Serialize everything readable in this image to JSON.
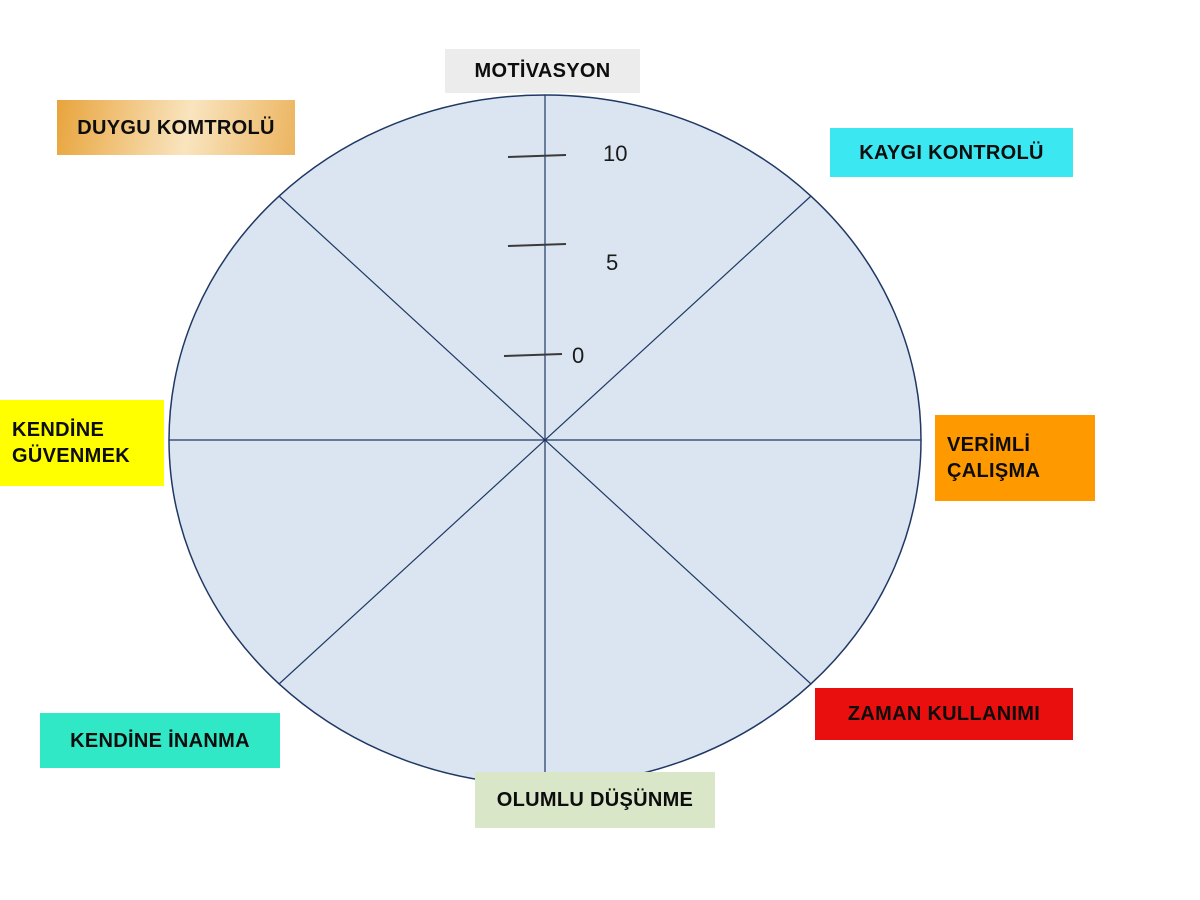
{
  "page": {
    "background": "#ffffff",
    "description_colors": {
      "wheel_fill": "#dbe5f1",
      "wheel_stroke": "#1f3864"
    }
  },
  "wheel": {
    "sectors": 8,
    "scale": {
      "min": 0,
      "max": 10
    },
    "ticks": [
      {
        "label": "10"
      },
      {
        "label": "5"
      },
      {
        "label": "0"
      }
    ]
  },
  "labels": {
    "motivasyon": {
      "text": "MOTİVASYON",
      "bg": "#ececec"
    },
    "duygu": {
      "text": "DUYGU KOMTROLÜ",
      "bg": "#e8a43c",
      "bg_light": "#fbeec2"
    },
    "kaygi": {
      "text": "KAYGI KONTROLÜ",
      "bg": "#3be8f2"
    },
    "kendine_guvenmek": {
      "line1": "KENDİNE",
      "line2": "GÜVENMEK",
      "bg": "#ffff00"
    },
    "verimli": {
      "line1": "VERİMLİ",
      "line2": "ÇALIŞMA",
      "bg": "#ff9900"
    },
    "zaman": {
      "text": "ZAMAN KULLANIMI",
      "bg": "#e90f0f"
    },
    "kendine_inanma": {
      "text": "KENDİNE İNANMA",
      "bg": "#31e8c6"
    },
    "olumlu": {
      "text": "OLUMLU DÜŞÜNME",
      "bg": "#d9e6c8"
    }
  }
}
